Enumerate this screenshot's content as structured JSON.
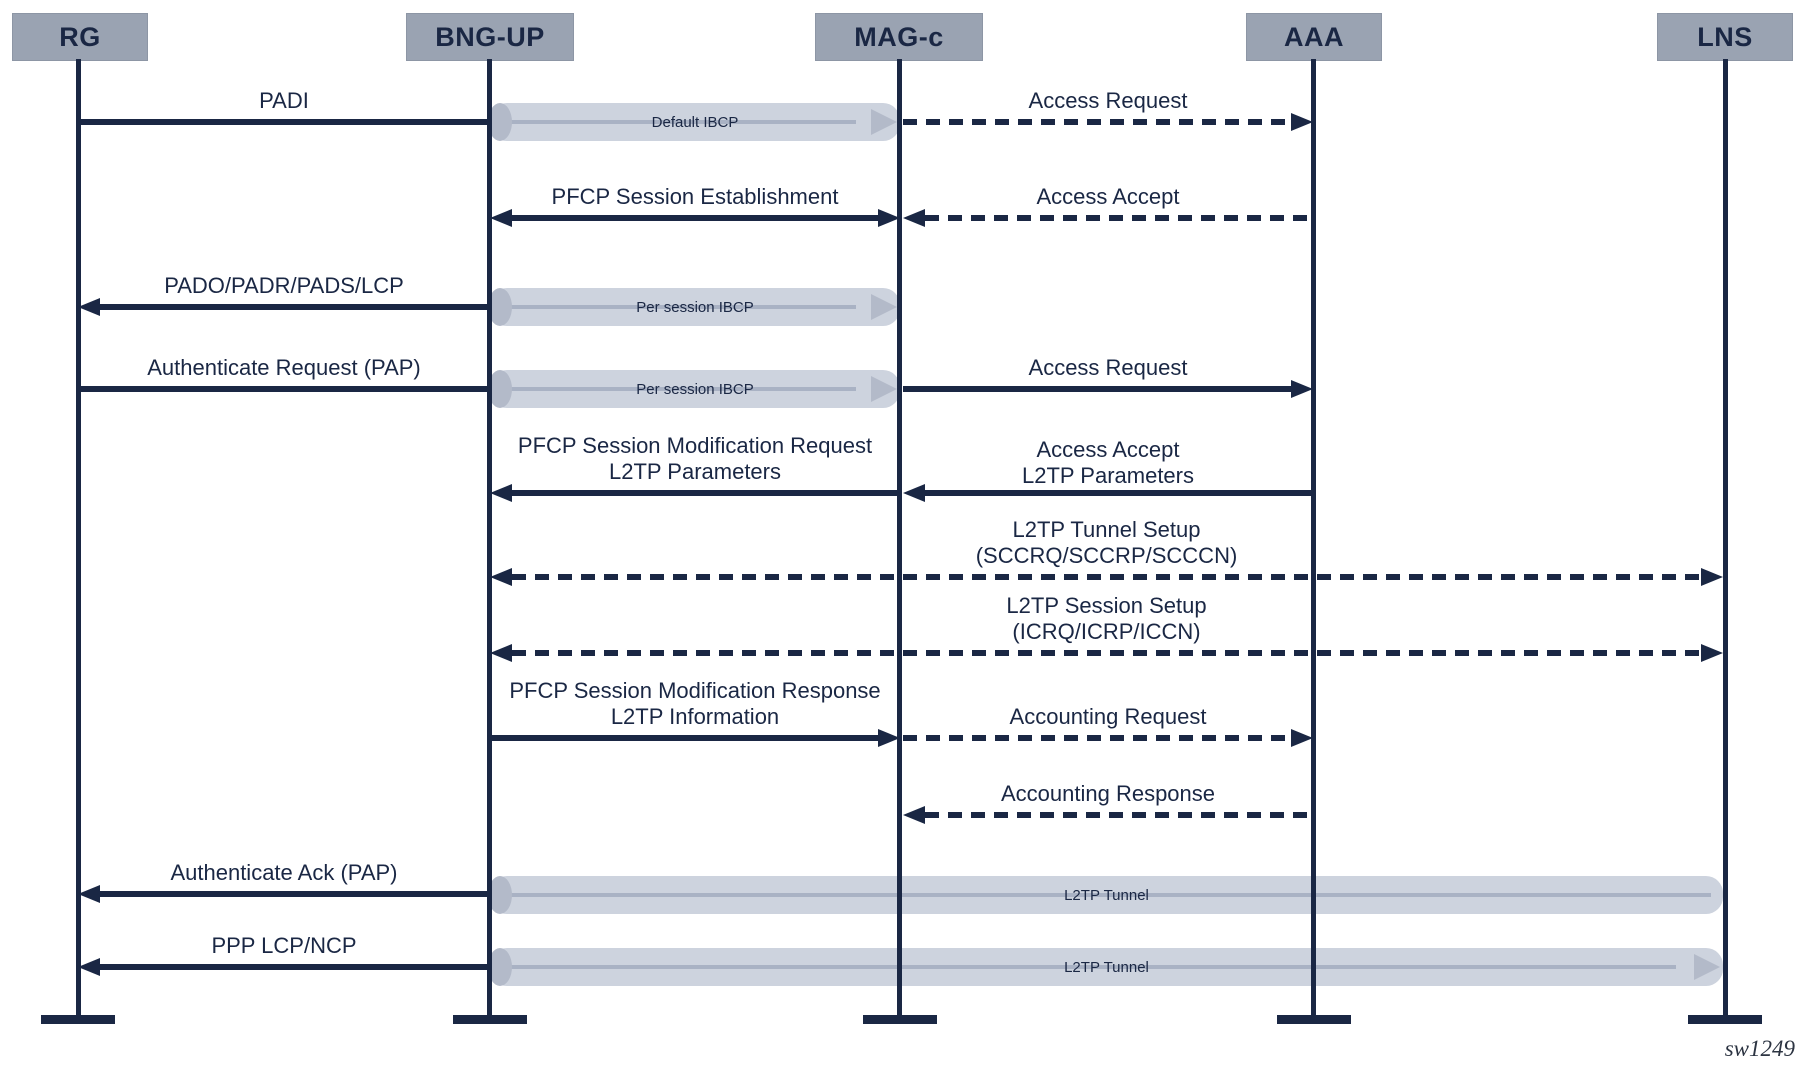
{
  "watermark": "sw1249",
  "colors": {
    "navy": "#1a2744",
    "actor_box_gray": "#9aa3b2",
    "tunnel_body_gray": "#cdd3de",
    "tunnel_accent_gray": "#b3bac9",
    "background": "#ffffff"
  },
  "actors": [
    {
      "id": "rg",
      "label": "RG"
    },
    {
      "id": "bng-up",
      "label": "BNG-UP"
    },
    {
      "id": "mag-c",
      "label": "MAG-c"
    },
    {
      "id": "aaa",
      "label": "AAA"
    },
    {
      "id": "lns",
      "label": "LNS"
    }
  ],
  "messages": [
    {
      "label": "PADI",
      "from": "RG",
      "to": "BNG-UP",
      "line": "solid"
    },
    {
      "label": "Access Request",
      "from": "MAG-c",
      "to": "AAA",
      "line": "dashed"
    },
    {
      "label": "PFCP Session Establishment",
      "from": "BNG-UP",
      "to": "MAG-c",
      "line": "solid-double-arrow"
    },
    {
      "label": "Access Accept",
      "from": "AAA",
      "to": "MAG-c",
      "line": "dashed"
    },
    {
      "label": "PADO/PADR/PADS/LCP",
      "from": "BNG-UP",
      "to": "RG",
      "line": "solid"
    },
    {
      "label": "Authenticate Request (PAP)",
      "from": "RG",
      "to": "BNG-UP",
      "line": "solid"
    },
    {
      "label": "Access Request",
      "from": "MAG-c",
      "to": "AAA",
      "line": "solid"
    },
    {
      "label": "PFCP Session Modification Request",
      "label2": "L2TP Parameters",
      "from": "MAG-c",
      "to": "BNG-UP",
      "line": "solid"
    },
    {
      "label": "Access Accept",
      "label2": "L2TP Parameters",
      "from": "AAA",
      "to": "MAG-c",
      "line": "solid"
    },
    {
      "label": "L2TP Tunnel Setup",
      "label2": "(SCCRQ/SCCRP/SCCCN)",
      "from": "BNG-UP",
      "to": "LNS",
      "line": "dashed-double-arrow"
    },
    {
      "label": "L2TP Session Setup",
      "label2": "(ICRQ/ICRP/ICCN)",
      "from": "BNG-UP",
      "to": "LNS",
      "line": "dashed-double-arrow"
    },
    {
      "label": "PFCP Session Modification Response",
      "label2": "L2TP Information",
      "from": "BNG-UP",
      "to": "MAG-c",
      "line": "solid"
    },
    {
      "label": "Accounting Request",
      "from": "MAG-c",
      "to": "AAA",
      "line": "dashed"
    },
    {
      "label": "Accounting Response",
      "from": "AAA",
      "to": "MAG-c",
      "line": "dashed"
    },
    {
      "label": "Authenticate Ack (PAP)",
      "from": "BNG-UP",
      "to": "RG",
      "line": "solid"
    },
    {
      "label": "PPP LCP/NCP",
      "from": "BNG-UP",
      "to": "RG",
      "line": "solid"
    }
  ],
  "tunnels": [
    {
      "label": "Default IBCP",
      "from": "BNG-UP",
      "to": "MAG-c"
    },
    {
      "label": "Per session IBCP",
      "from": "BNG-UP",
      "to": "MAG-c"
    },
    {
      "label": "Per session IBCP",
      "from": "BNG-UP",
      "to": "MAG-c"
    },
    {
      "label": "L2TP Tunnel",
      "from": "BNG-UP",
      "to": "LNS"
    },
    {
      "label": "L2TP Tunnel",
      "from": "BNG-UP",
      "to": "LNS"
    }
  ]
}
